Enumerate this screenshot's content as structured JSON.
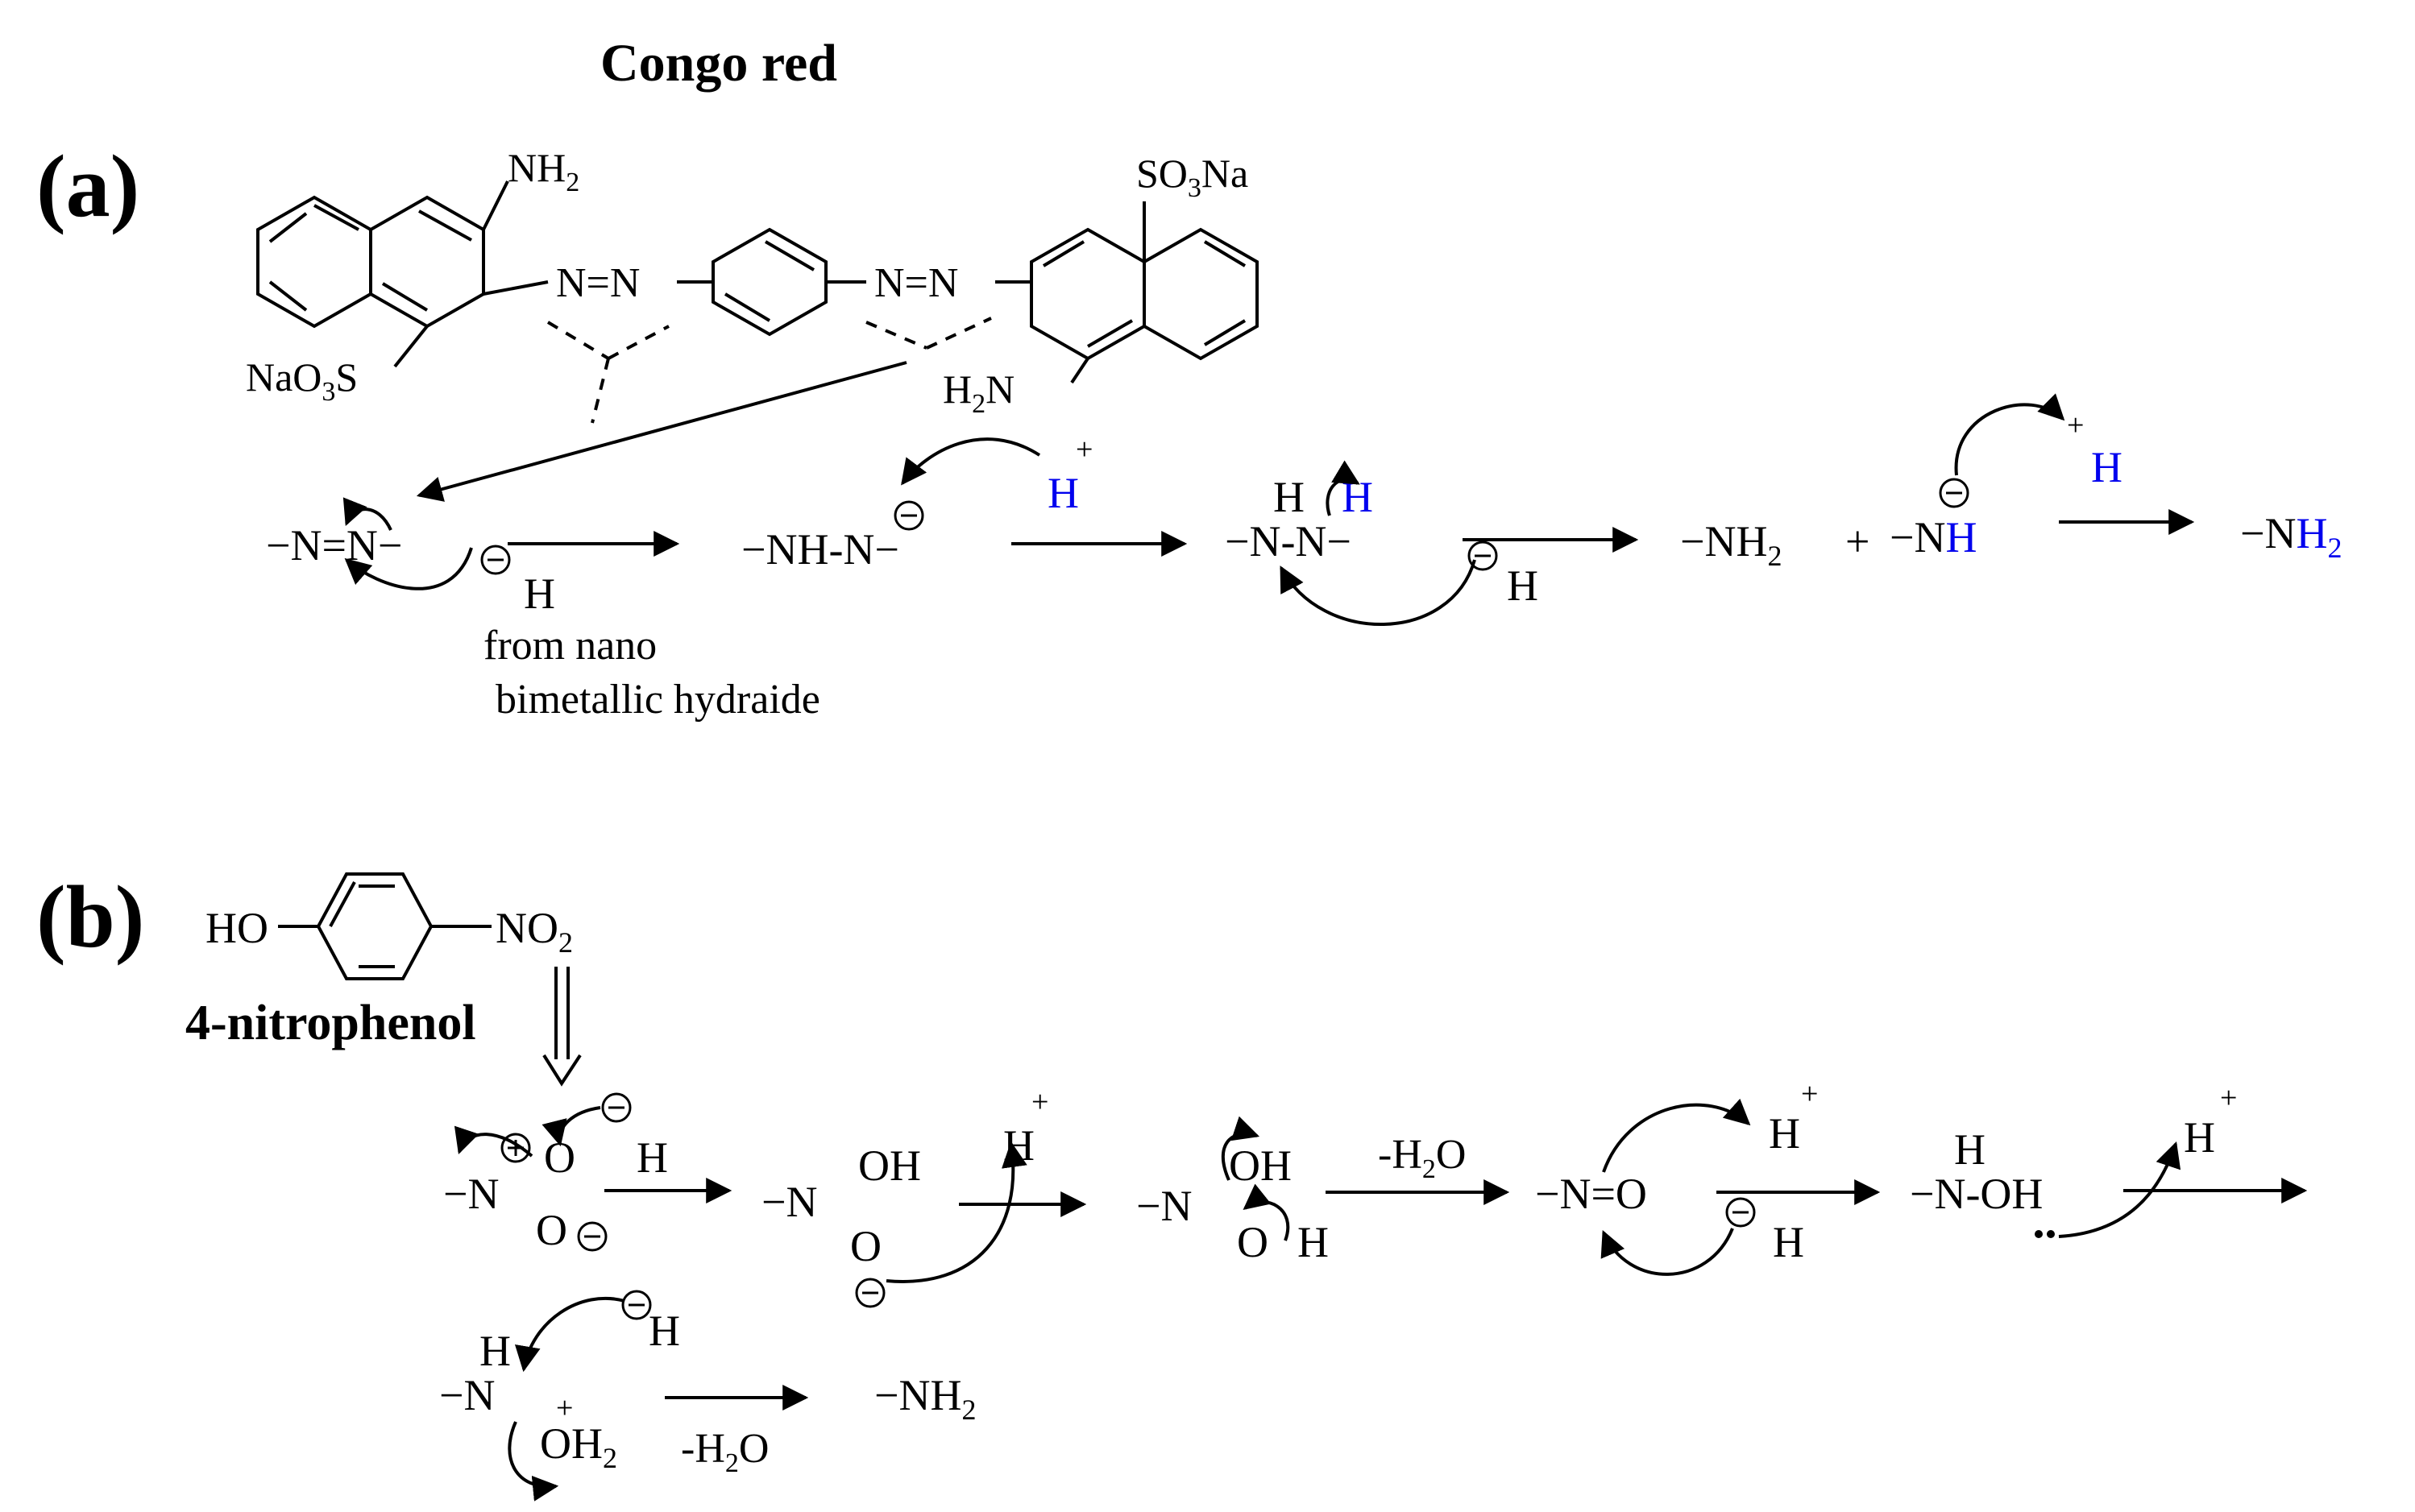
{
  "title": "Congo red",
  "labels": {
    "a": "(a)",
    "b": "(b)"
  },
  "compound_b": "4-nitrophenol",
  "congo_red": {
    "nh2_top": "NH",
    "nh2_top_sub": "2",
    "so3na_top_a": "SO",
    "so3na_top_sub": "3",
    "so3na_top_b": "Na",
    "naso3s_a": "NaO",
    "naso3s_sub": "3",
    "naso3s_b": "S",
    "h2n_a": "H",
    "h2n_sub": "2",
    "h2n_b": "N",
    "azo_left": "N=N",
    "azo_right": "N=N"
  },
  "part_a": {
    "s1": "−N=N−",
    "h1": "H",
    "source_line1": "from nano",
    "source_line2": "bimetallic hydraide",
    "s2": "−NH-N−",
    "hplus1": "H",
    "s3_left": "−N-N−",
    "s3_h_black": "H",
    "s3_h_blue": "H",
    "h2": "H",
    "p1_a": "−NH",
    "p1_sub": "2",
    "plus": "+",
    "p2_n": "−N",
    "p2_h": "H",
    "hplus2": "H",
    "p3_n": "−N",
    "p3_h": "H",
    "p3_sub": "2"
  },
  "part_b": {
    "ho": "HO",
    "no2_a": "NO",
    "no2_sub": "2",
    "r1_n": "−N",
    "r1_o_top": "O",
    "r1_o_bot": "O",
    "r1_h": "H",
    "r2_n": "−N",
    "r2_oh": "OH",
    "r2_o": "O",
    "r2_hplus": "H",
    "r3_n": "−N",
    "r3_oh": "OH",
    "r3_o": "O",
    "r3_h": "H",
    "minus_h2o_1a": "-H",
    "minus_h2o_1_sub": "2",
    "minus_h2o_1b": "O",
    "r4": "−N=O",
    "r4_hplus": "H",
    "r4_h": "H",
    "r5_h": "H",
    "r5_n": "−N-OH",
    "r5_hplus": "H",
    "r6_h": "H",
    "r6_n": "−N",
    "r6_oh": "OH",
    "r6_sub": "2",
    "r6_hminus": "H",
    "minus_h2o_2a": "-H",
    "minus_h2o_2_sub": "2",
    "minus_h2o_2b": "O",
    "r7_a": "−NH",
    "r7_sub": "2"
  },
  "colors": {
    "text": "#000000",
    "highlight": "#0000ee"
  }
}
